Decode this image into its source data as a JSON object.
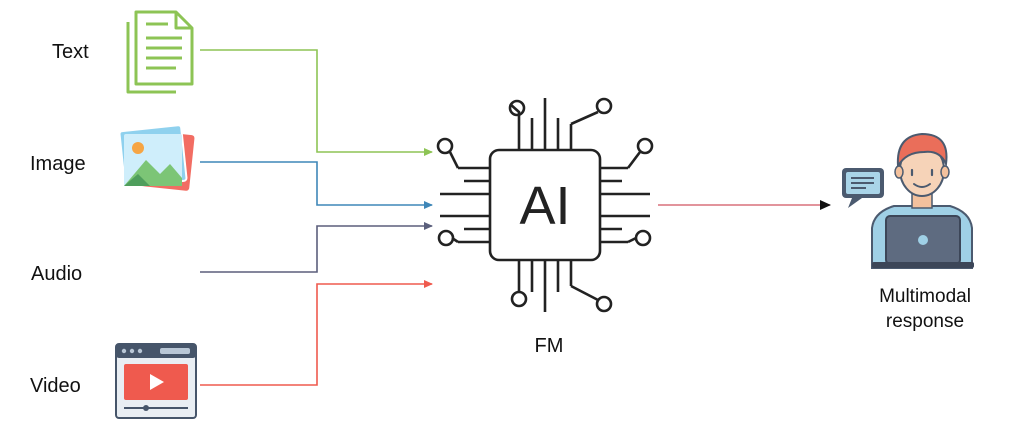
{
  "inputs": [
    {
      "label": "Text",
      "icon": "document-icon",
      "color": "#8dc455"
    },
    {
      "label": "Image",
      "icon": "image-icon",
      "color": "#3f87b8"
    },
    {
      "label": "Audio",
      "icon": "audio-wave-icon",
      "color": "#5b5f7c"
    },
    {
      "label": "Video",
      "icon": "video-player-icon",
      "color": "#ef5a4e"
    }
  ],
  "model": {
    "chip_text": "AI",
    "label": "FM",
    "icon": "ai-chip-icon"
  },
  "output": {
    "label_line1": "Multimodal",
    "label_line2": "response",
    "icon": "person-laptop-icon",
    "arrow_color": "#d9707c"
  }
}
